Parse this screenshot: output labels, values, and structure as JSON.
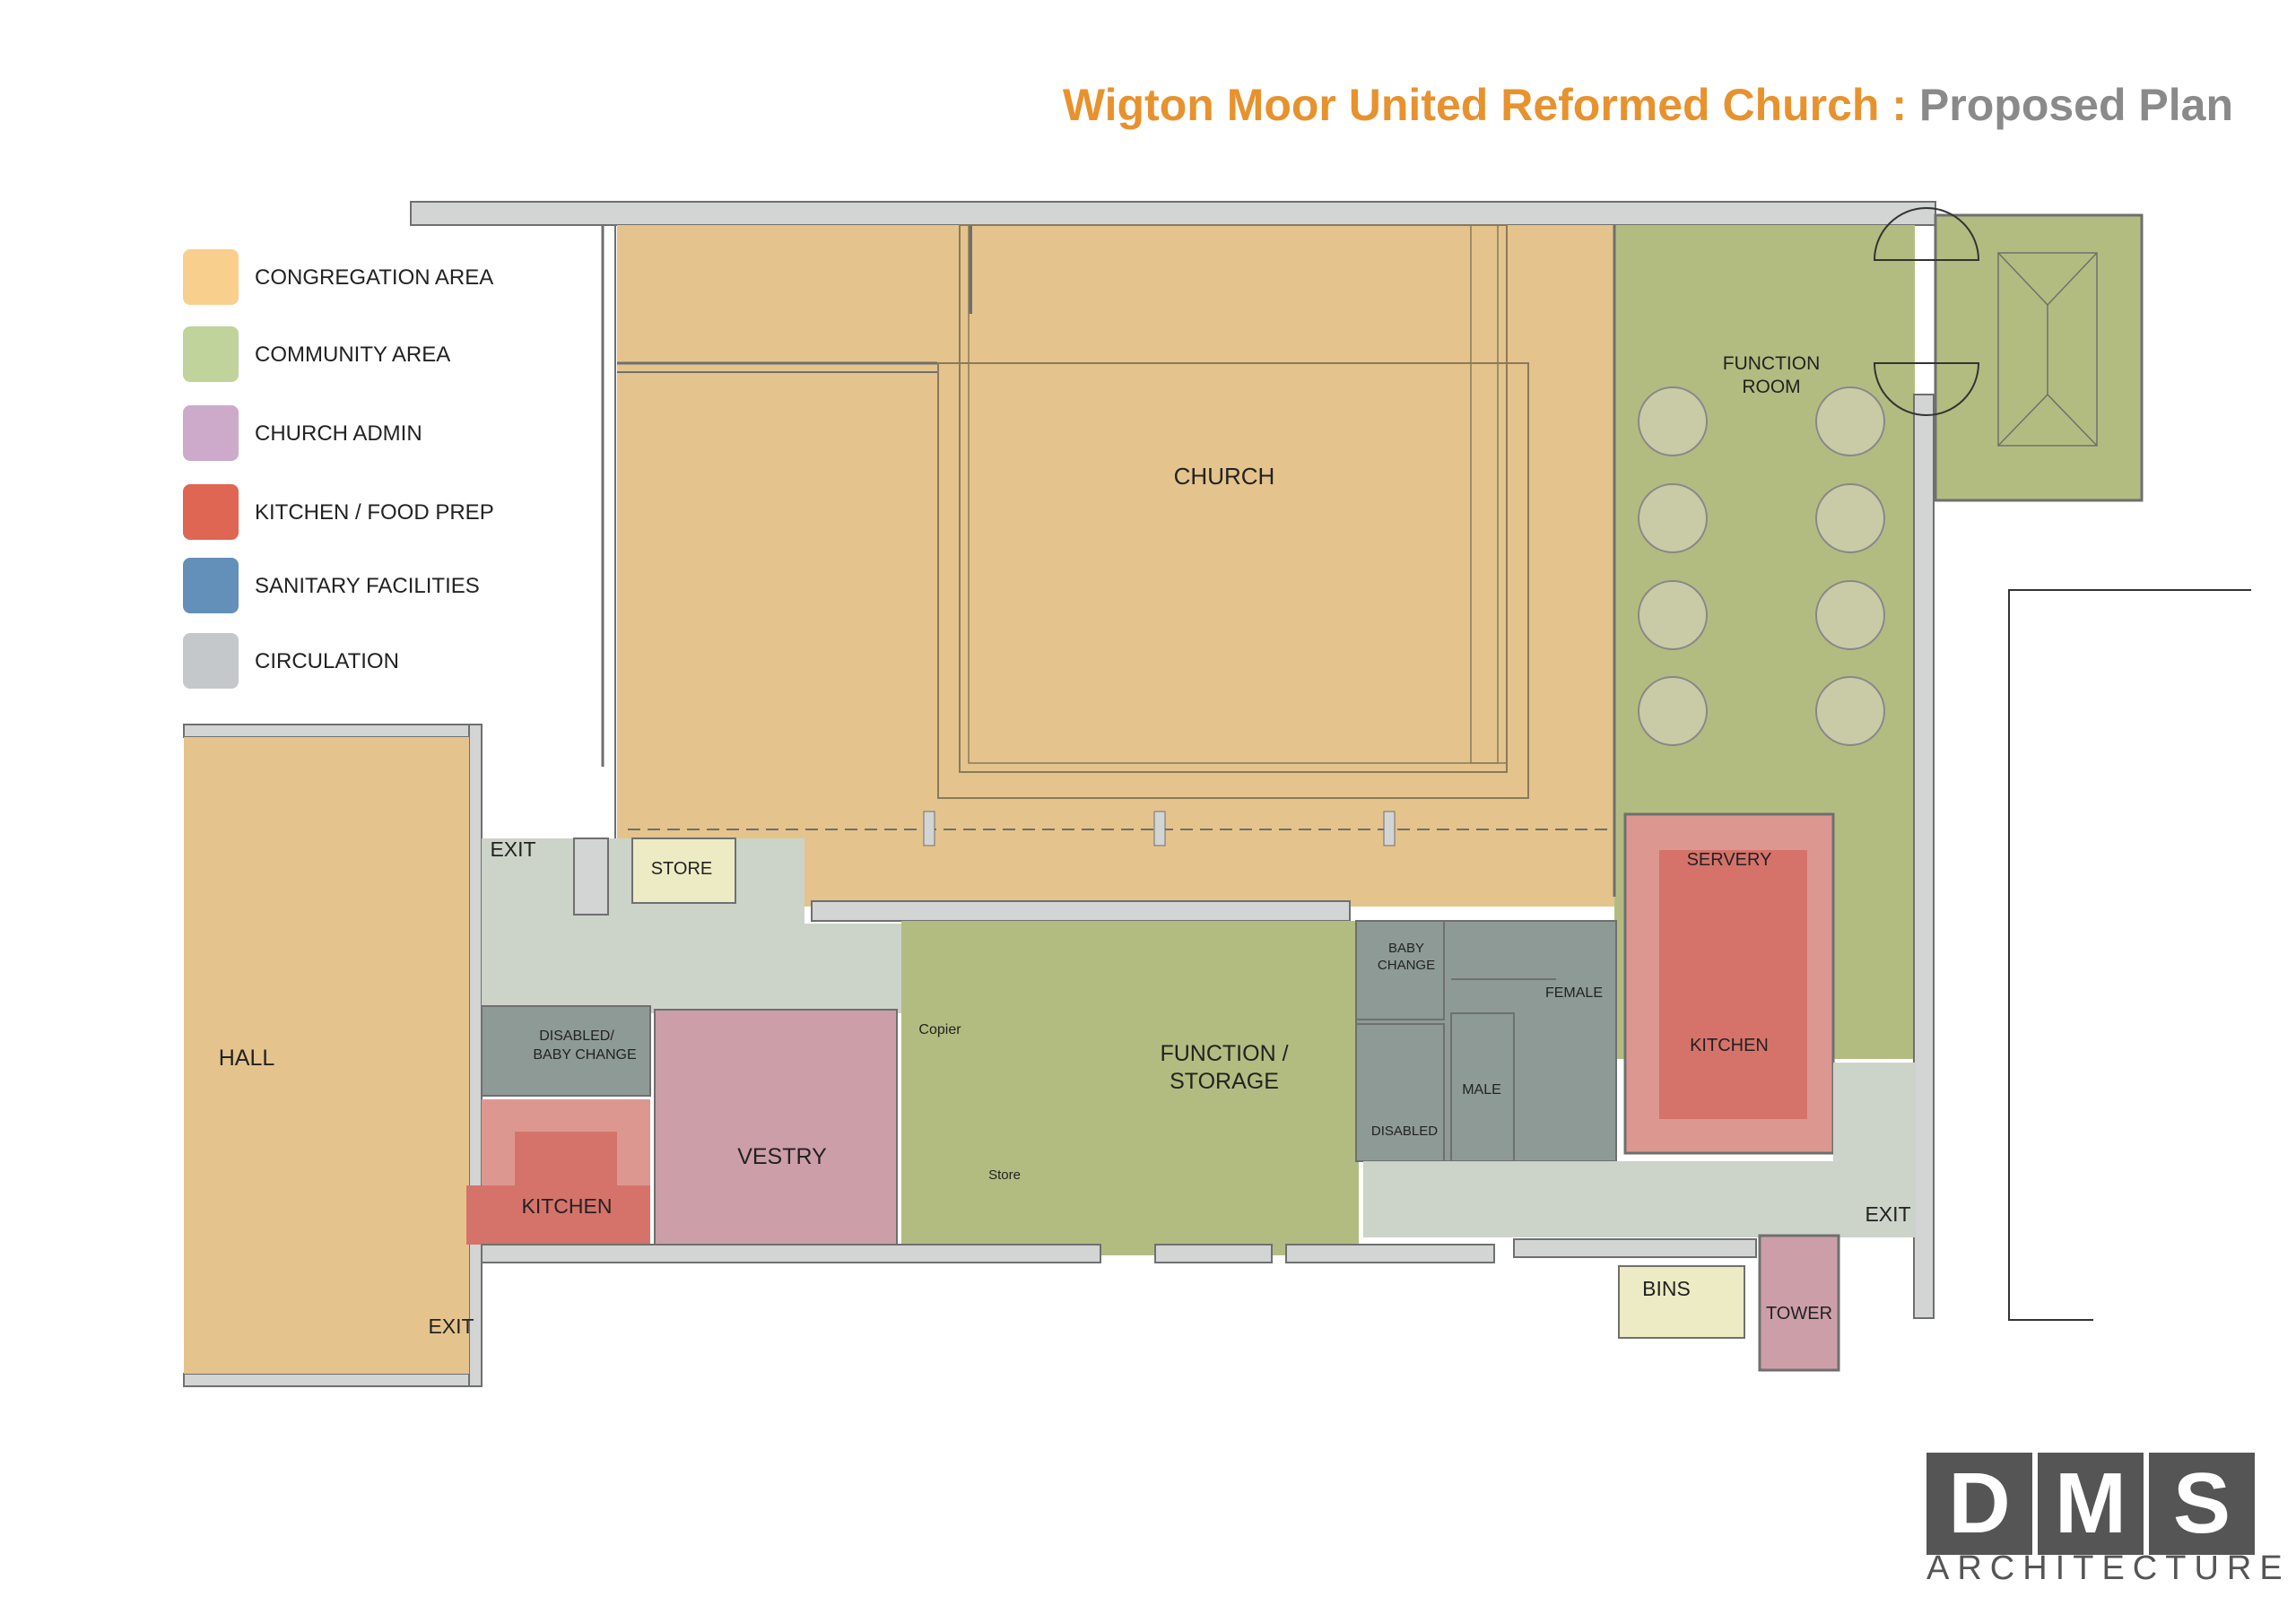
{
  "header": {
    "title_main": "Wigton Moor United Reformed Church :",
    "title_sub": "Proposed Plan"
  },
  "colors": {
    "title_main": "#e8922e",
    "title_sub": "#8a8a8a",
    "congregation": "#e4c48c",
    "community": "#b3bc80",
    "church_admin": "#cc9fa8",
    "kitchen": "#d5736a",
    "kitchen_surround": "#dc9890",
    "sanitary": "#8e9a96",
    "circulation": "#ccd3c8",
    "store": "#ecebc4",
    "wall": "#d3d4d4",
    "wall_stroke": "#6f6f6f",
    "logo": "#555555"
  },
  "legend": [
    {
      "label": "CONGREGATION AREA",
      "color": "#f9cf8d"
    },
    {
      "label": "COMMUNITY AREA",
      "color": "#bfd39a"
    },
    {
      "label": "CHURCH ADMIN",
      "color": "#cdaac9"
    },
    {
      "label": "KITCHEN / FOOD PREP",
      "color": "#de6653"
    },
    {
      "label": "SANITARY FACILITIES",
      "color": "#6390b8"
    },
    {
      "label": "CIRCULATION",
      "color": "#c4c8ca"
    }
  ],
  "rooms": {
    "church": "CHURCH",
    "function_room_1": "FUNCTION",
    "function_room_2": "ROOM",
    "hall": "HALL",
    "exit_top": "EXIT",
    "exit_bottom": "EXIT",
    "exit_right": "EXIT",
    "store_top": "STORE",
    "disabled_baby_1": "DISABLED/",
    "disabled_baby_2": "BABY CHANGE",
    "kitchen_small": "KITCHEN",
    "vestry": "VESTRY",
    "copier": "Copier",
    "store_small": "Store",
    "function_storage_1": "FUNCTION /",
    "function_storage_2": "STORAGE",
    "baby_change_1": "BABY",
    "baby_change_2": "CHANGE",
    "female": "FEMALE",
    "male": "MALE",
    "disabled": "DISABLED",
    "servery": "SERVERY",
    "kitchen_large": "KITCHEN",
    "bins": "BINS",
    "tower": "TOWER"
  },
  "logo": {
    "letters": [
      "D",
      "M",
      "S"
    ],
    "subtitle": "ARCHITECTURE"
  }
}
